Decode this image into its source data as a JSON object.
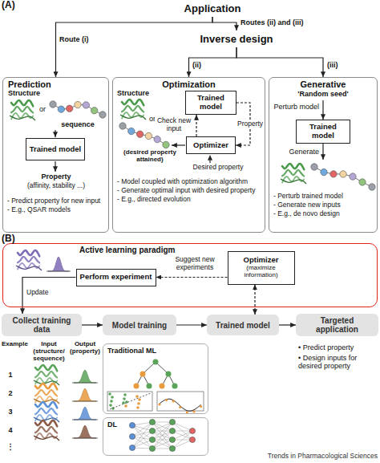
{
  "diagram": {
    "nodes": [
      {
        "text": [
          "Application"
        ]
      },
      {
        "text": [
          "Inverse design"
        ]
      },
      {
        "text": [
          "Prediction",
          "- Predict property for new input",
          "- E.g., QSAR models"
        ]
      },
      {
        "text": [
          "Trained model"
        ],
        "in": 2
      },
      {
        "text": [
          "Optimization",
          "- Model coupled with optimization algorithm",
          "- Generate optimal input with desired property",
          "- E.g., directed evolution"
        ]
      },
      {
        "text": [
          "Trained model"
        ],
        "in": 4
      },
      {
        "text": [
          "Optimizer"
        ],
        "in": 4
      },
      {
        "text": [
          "Generative",
          "- Perturb trained model",
          "- Generate new inputs",
          "- E.g., de novo design"
        ]
      },
      {
        "text": [
          "Trained model"
        ],
        "in": 7
      },
      {
        "text": [
          "Active learning paradigm"
        ]
      },
      {
        "text": [
          "Perform experiment"
        ],
        "in": 9
      },
      {
        "text": [
          "Optimizer",
          "(maximize information)"
        ],
        "in": 9
      },
      {
        "text": [
          "Collect training data"
        ]
      },
      {
        "text": [
          "Model training"
        ]
      },
      {
        "text": [
          "Trained model"
        ]
      },
      {
        "text": [
          "Targeted application"
        ]
      },
      {
        "text": [
          "Traditional ML"
        ]
      },
      {
        "text": [
          "DL"
        ]
      }
    ],
    "edges": [
      {
        "from": 0,
        "to": 2,
        "arrow": "to",
        "label": "Route (i)"
      },
      {
        "from": 0,
        "to": 1,
        "arrow": "to",
        "label": "Routes (ii) and (iii)"
      },
      {
        "from": 1,
        "to": 4,
        "arrow": "to",
        "label": "(ii)"
      },
      {
        "from": 1,
        "to": 7,
        "arrow": "to",
        "label": "(iii)"
      },
      {
        "from": 5,
        "to": 6,
        "arrow": "to",
        "label": "Property"
      },
      {
        "from": 6,
        "to": 5,
        "arrow": "to",
        "label": "Check new input"
      },
      {
        "from": 11,
        "to": 10,
        "arrow": "to",
        "label": "Suggest new experiments"
      },
      {
        "from": 10,
        "to": 12,
        "arrow": "to",
        "label": "Update"
      },
      {
        "from": 12,
        "to": 13,
        "arrow": "to"
      },
      {
        "from": 13,
        "to": 14,
        "arrow": "to"
      },
      {
        "from": 14,
        "to": 15,
        "arrow": "to"
      },
      {
        "from": 14,
        "to": 11,
        "arrow": "both"
      }
    ],
    "labels": [
      "(A)",
      "Structure",
      "or",
      "sequence",
      "Property",
      "(affinity, stability ...)",
      "Structure",
      "or",
      "(desired property attained)",
      "Desired property",
      "'Random seed'",
      "Perturb model",
      "Generate",
      "(B)",
      "Example",
      "Input (structure/ sequence)",
      "Output (property)",
      "1",
      "2",
      "3",
      "4",
      "⋮",
      "• Predict property",
      "• Design inputs for desired property",
      "Trends in Pharmacological Sciences"
    ]
  }
}
